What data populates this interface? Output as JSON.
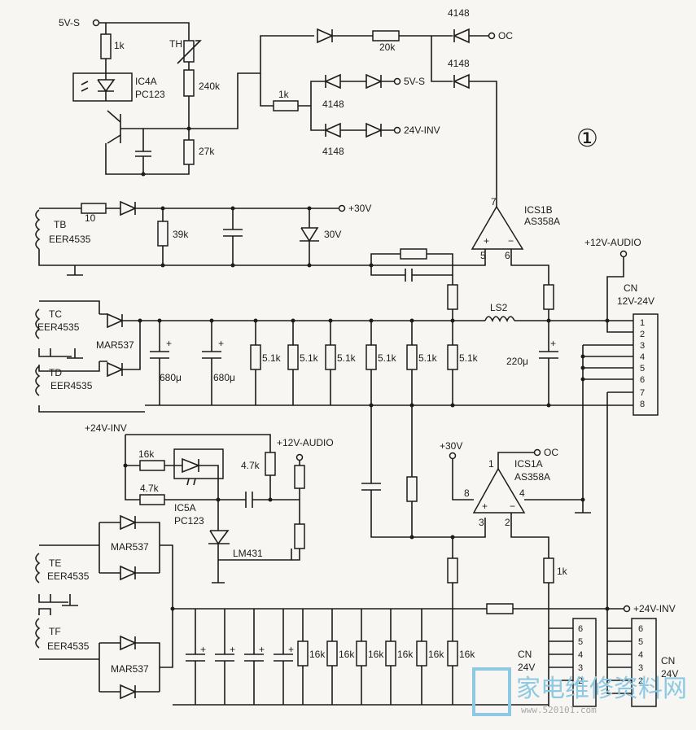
{
  "labels": {
    "v5s_top": "5V-S",
    "r_1k_top": "1k",
    "th": "TH",
    "r_240k": "240k",
    "r_27k": "27k",
    "ic4a": "IC4A",
    "pc123_a": "PC123",
    "d4148_a": "4148",
    "d4148_b": "4148",
    "d4148_c": "4148",
    "d4148_d": "4148",
    "r_20k": "20k",
    "oc_top": "OC",
    "v5s_mid": "5V-S",
    "v24inv_mid": "24V-INV",
    "r_1k_mid": "1k",
    "circle_num": "①",
    "tb": "TB",
    "eer_tb": "EER4535",
    "r_10": "10",
    "r_39k": "39k",
    "z_30v": "30V",
    "v30_top": "+30V",
    "ics1b": "ICS1B",
    "as358a_b": "AS358A",
    "pin7": "7",
    "pin5": "5",
    "pin6": "6",
    "plus_b": "+",
    "minus_b": "−",
    "v12audio_right": "+12V-AUDIO",
    "cn_top": "CN",
    "cn_top_v": "12V-24V",
    "tc": "TC",
    "eer_tc": "EER4535",
    "td": "TD",
    "eer_td": "EER4535",
    "mar537_top": "MAR537",
    "cap680_a": "680μ",
    "cap680_b": "680μ",
    "r51": [
      "5.1k",
      "5.1k",
      "5.1k",
      "5.1k",
      "5.1k",
      "5.1k"
    ],
    "ls2": "LS2",
    "cap220": "220μ",
    "cn_top_pins": [
      "1",
      "2",
      "3",
      "4",
      "5",
      "6",
      "7",
      "8"
    ],
    "v24inv_left": "+24V-INV",
    "r_16k_left": "16k",
    "r_47k_left": "4.7k",
    "r_47k_right": "4.7k",
    "ic5a": "IC5A",
    "pc123_b": "PC123",
    "lm431": "LM431",
    "v12audio_mid": "+12V-AUDIO",
    "v30_mid": "+30V",
    "oc_mid": "OC",
    "ics1a": "ICS1A",
    "as358a_a": "AS358A",
    "pin1": "1",
    "pin8": "8",
    "pin4": "4",
    "pin3": "3",
    "pin2": "2",
    "plus_a": "+",
    "minus_a": "−",
    "r_1k_right": "1k",
    "te": "TE",
    "eer_te": "EER4535",
    "tf": "TF",
    "eer_tf": "EER4535",
    "mar537_mid": "MAR537",
    "mar537_bot": "MAR537",
    "v24inv_right": "+24V-INV",
    "r16": [
      "16k",
      "16k",
      "16k",
      "16k",
      "16k",
      "16k"
    ],
    "cn_bl": "CN",
    "cn_bl_v": "24V",
    "cn_br": "CN",
    "cn_br_v": "24V",
    "cn_bl_pins": [
      "6",
      "5",
      "4",
      "3",
      "2"
    ],
    "cn_br_pins": [
      "6",
      "5",
      "4",
      "3",
      "2"
    ],
    "watermark": "家电维修资料网",
    "watermark_url": "www.520101.com"
  },
  "colors": {
    "ink": "#1c1c1c",
    "paper": "#f7f6f2",
    "watermark": "#8ec9e3"
  }
}
